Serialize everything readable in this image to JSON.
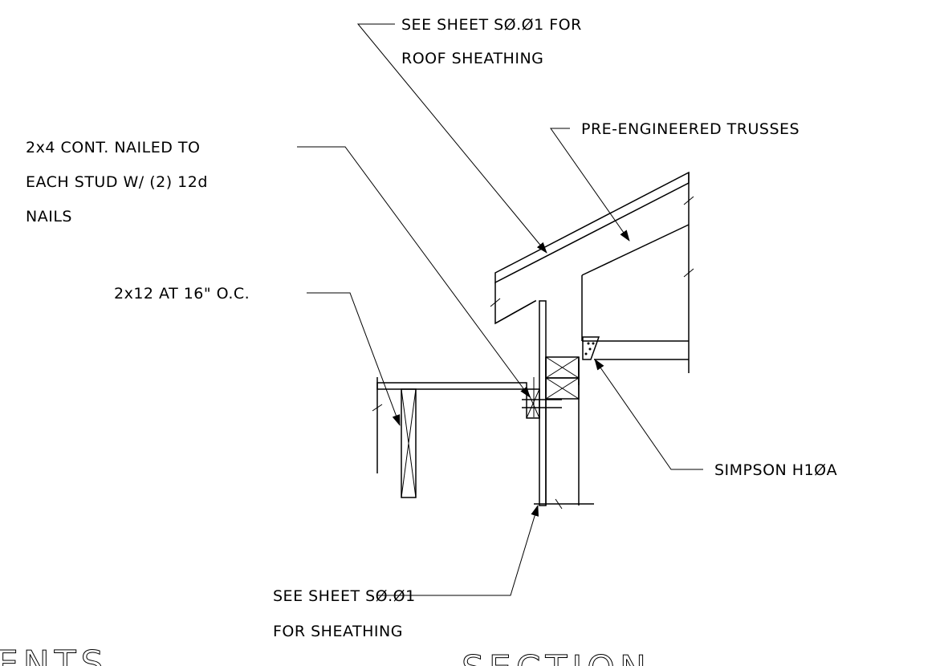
{
  "notes": {
    "roof_sheathing": {
      "line1": "SEE SHEET SØ.Ø1 FOR",
      "line2": "ROOF SHEATHING"
    },
    "trusses": {
      "line1": "PRE-ENGINEERED TRUSSES"
    },
    "ledger": {
      "line1": "2x4 CONT. NAILED TO",
      "line2": "EACH STUD W/ (2) 12d",
      "line3": "NAILS"
    },
    "joists": {
      "line1": "2x12 AT 16\" O.C."
    },
    "connector": {
      "line1": "SIMPSON H1ØA"
    },
    "wall_sheathing": {
      "line1": "SEE SHEET SØ.Ø1",
      "line2": "FOR SHEATHING"
    }
  },
  "titles": {
    "left_fragment": "ENTS",
    "right_fragment": "SECTION"
  }
}
